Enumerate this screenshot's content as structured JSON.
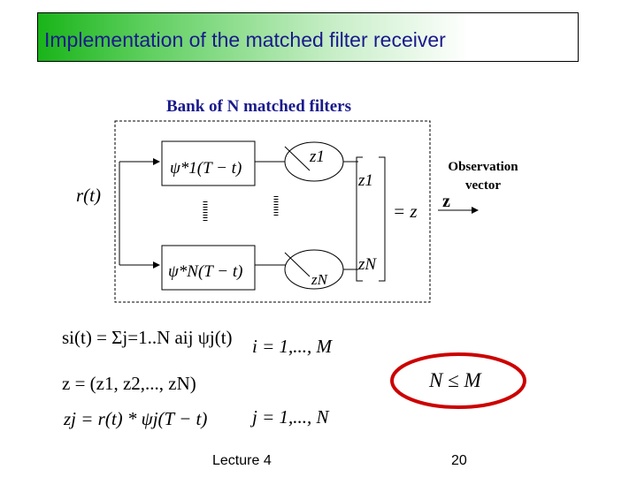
{
  "slide": {
    "title": "Implementation of the matched filter receiver",
    "bank_label": "Bank of N matched filters",
    "observation_label_line1": "Observation",
    "observation_label_line2": "vector",
    "footer_left": "Lecture 4",
    "page_number": "20"
  },
  "diagram": {
    "input_label": "r(t)",
    "filter_top": "ψ*1(T − t)",
    "filter_bottom": "ψ*N(T − t)",
    "sample_top": "z1",
    "sample_bottom": "zN",
    "vector_top": "z1",
    "vector_bottom": "zN",
    "vector_eq": "= z",
    "output": "z"
  },
  "equations": {
    "signal": "si(t) = Σj=1..N aij ψj(t)",
    "signal_range": "i = 1,..., M",
    "z_vector": "z = (z1, z2,..., zN)",
    "zj": "zj = r(t) * ψj(T − t)",
    "zj_range": "j = 1,..., N",
    "condition": "N ≤ M"
  },
  "colors": {
    "title_text": "#1a1a8c",
    "highlight_ellipse": "#cc0000",
    "title_gradient_start": "#19b419"
  }
}
